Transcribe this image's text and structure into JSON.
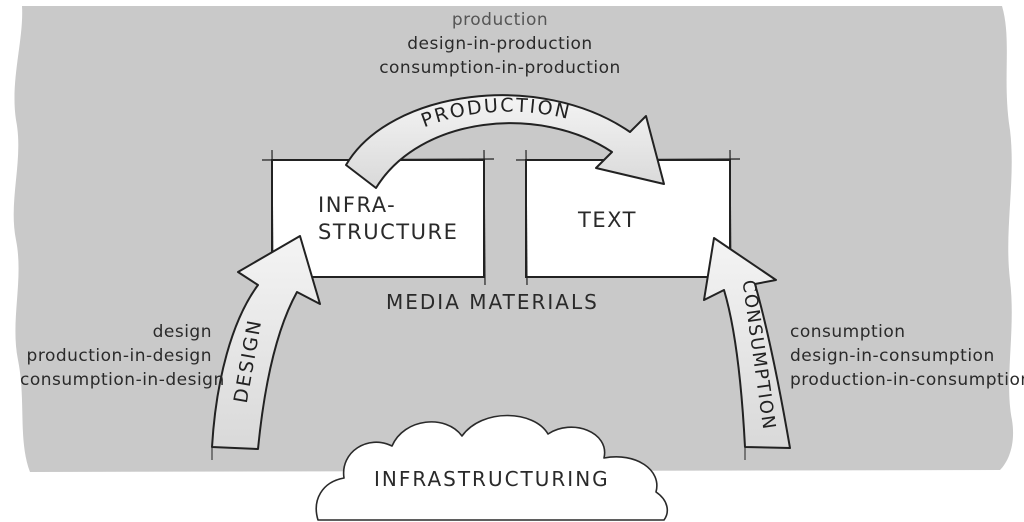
{
  "diagram": {
    "boxes": {
      "infrastructure": [
        "INFRA-",
        "STRUCTURE"
      ],
      "text": "TEXT"
    },
    "media_materials": "MEDIA MATERIALS",
    "arrows": {
      "production": "PRODUCTION",
      "design": "DESIGN",
      "consumption": "CONSUMPTION"
    },
    "cloud": "INFRASTRUCTURING",
    "notes": {
      "top": [
        "production",
        "design-in-production",
        "consumption-in-production"
      ],
      "left": [
        "design",
        "production-in-design",
        "consumption-in-design"
      ],
      "right": [
        "consumption",
        "design-in-consumption",
        "production-in-consumption"
      ]
    }
  }
}
